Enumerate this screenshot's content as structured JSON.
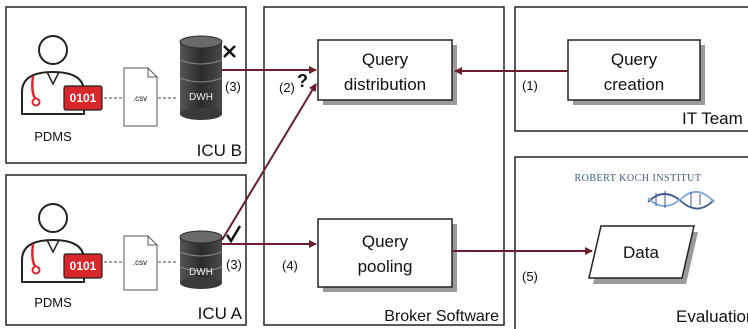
{
  "groups": {
    "icu_b": {
      "label": "ICU B",
      "system": "PDMS",
      "monitor_text": "0101",
      "file": ".csv",
      "db": "DWH",
      "step": "(3)",
      "status_icon": "cross-icon"
    },
    "icu_a": {
      "label": "ICU A",
      "system": "PDMS",
      "monitor_text": "0101",
      "file": ".csv",
      "db": "DWH",
      "step": "(3)",
      "status_icon": "check-icon"
    },
    "broker": {
      "label": "Broker Software"
    },
    "it_team": {
      "label": "IT Team"
    },
    "evaluation": {
      "label": "Evaluation",
      "institute": "ROBERT KOCH INSTITUT"
    }
  },
  "nodes": {
    "query_distribution": {
      "line1": "Query",
      "line2": "distribution"
    },
    "query_pooling": {
      "line1": "Query",
      "line2": "pooling"
    },
    "query_creation": {
      "line1": "Query",
      "line2": "creation"
    },
    "data": {
      "label": "Data"
    }
  },
  "steps": {
    "s1": "(1)",
    "s2": "(2)",
    "s2_mark": "?",
    "s4": "(4)",
    "s5": "(5)"
  },
  "colors": {
    "arrow": "#6b1f2e",
    "accent_red": "#d9262b",
    "db_dark": "#3a3a3a",
    "box_shadow": "#9a9a9a",
    "rki_text": "#3e5b8c"
  }
}
